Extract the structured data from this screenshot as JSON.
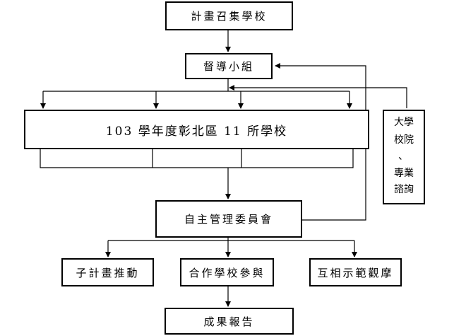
{
  "nodes": {
    "recruit": "計畫召集學校",
    "supervision": "督導小組",
    "schools": "103 學年度彰北區 11 所學校",
    "committee": "自主管理委員會",
    "sub_plan": "子計畫推動",
    "cooperation": "合作學校參與",
    "demo": "互相示範觀摩",
    "results": "成果報告",
    "consult": {
      "line1": "大學",
      "line2": "校院",
      "line3": "、",
      "line4": "專業",
      "line5": "諮詢"
    }
  }
}
